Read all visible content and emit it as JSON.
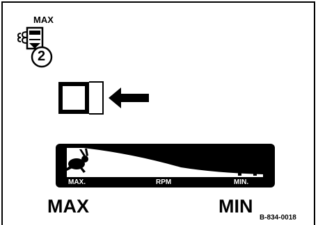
{
  "choke": {
    "label": "MAX",
    "icon": "choke-max-icon",
    "position_number": "2"
  },
  "switch_diagram": {
    "icon": "switch-push-arrow-icon"
  },
  "throttle_bar": {
    "left_label": "MAX.",
    "center_label": "RPM",
    "right_label": "MIN.",
    "fast_icon": "rabbit-icon",
    "slow_icon": "turtle-icon"
  },
  "labels": {
    "max": "MAX",
    "min": "MIN"
  },
  "figure_code": "B-834-0018"
}
